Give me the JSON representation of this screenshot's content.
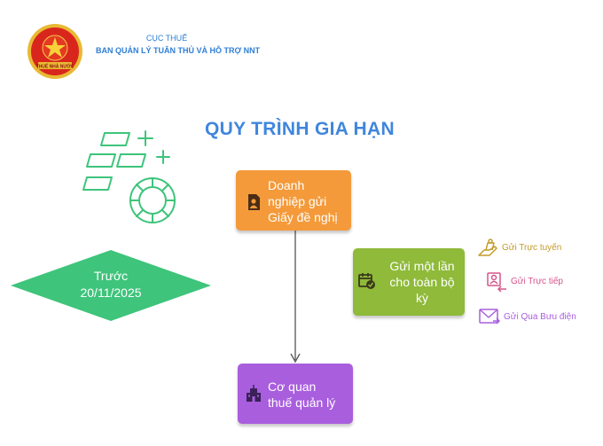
{
  "header": {
    "org_line1": "CỤC THUẾ",
    "org_line2": "BAN QUẢN LÝ TUÂN THỦ VÀ HỖ TRỢ NNT",
    "logo_text": "THUẾ NHÀ NƯỚC"
  },
  "title": "QUY TRÌNH GIA HẠN",
  "deadline": {
    "line1": "Trước",
    "line2": "20/11/2025"
  },
  "steps": [
    {
      "id": "submit",
      "icon": "person-document-icon",
      "lines": [
        "Doanh",
        "nghiệp gửi",
        "Giấy đề nghị"
      ]
    },
    {
      "id": "once",
      "icon": "calendar-check-icon",
      "lines": [
        "Gửi một lần",
        "cho toàn bộ",
        "kỳ"
      ]
    },
    {
      "id": "authority",
      "icon": "building-icon",
      "lines": [
        "Cơ quan",
        "thuế quản lý"
      ]
    }
  ],
  "methods": [
    {
      "label": "Gửi Trực tuyến",
      "icon": "online-hand-icon"
    },
    {
      "label": "Gửi Trực tiếp",
      "icon": "person-direct-icon"
    },
    {
      "label": "Gửi Qua Bưu điện",
      "icon": "mail-envelope-icon"
    }
  ],
  "colors": {
    "title": "#3f86de",
    "org_text": "#2f7fd6",
    "diamond": "#3ec47b",
    "step_submit": "#f49a3a",
    "step_once": "#8fba3a",
    "step_authority": "#a95ede",
    "decoration": "#3ec47b"
  }
}
